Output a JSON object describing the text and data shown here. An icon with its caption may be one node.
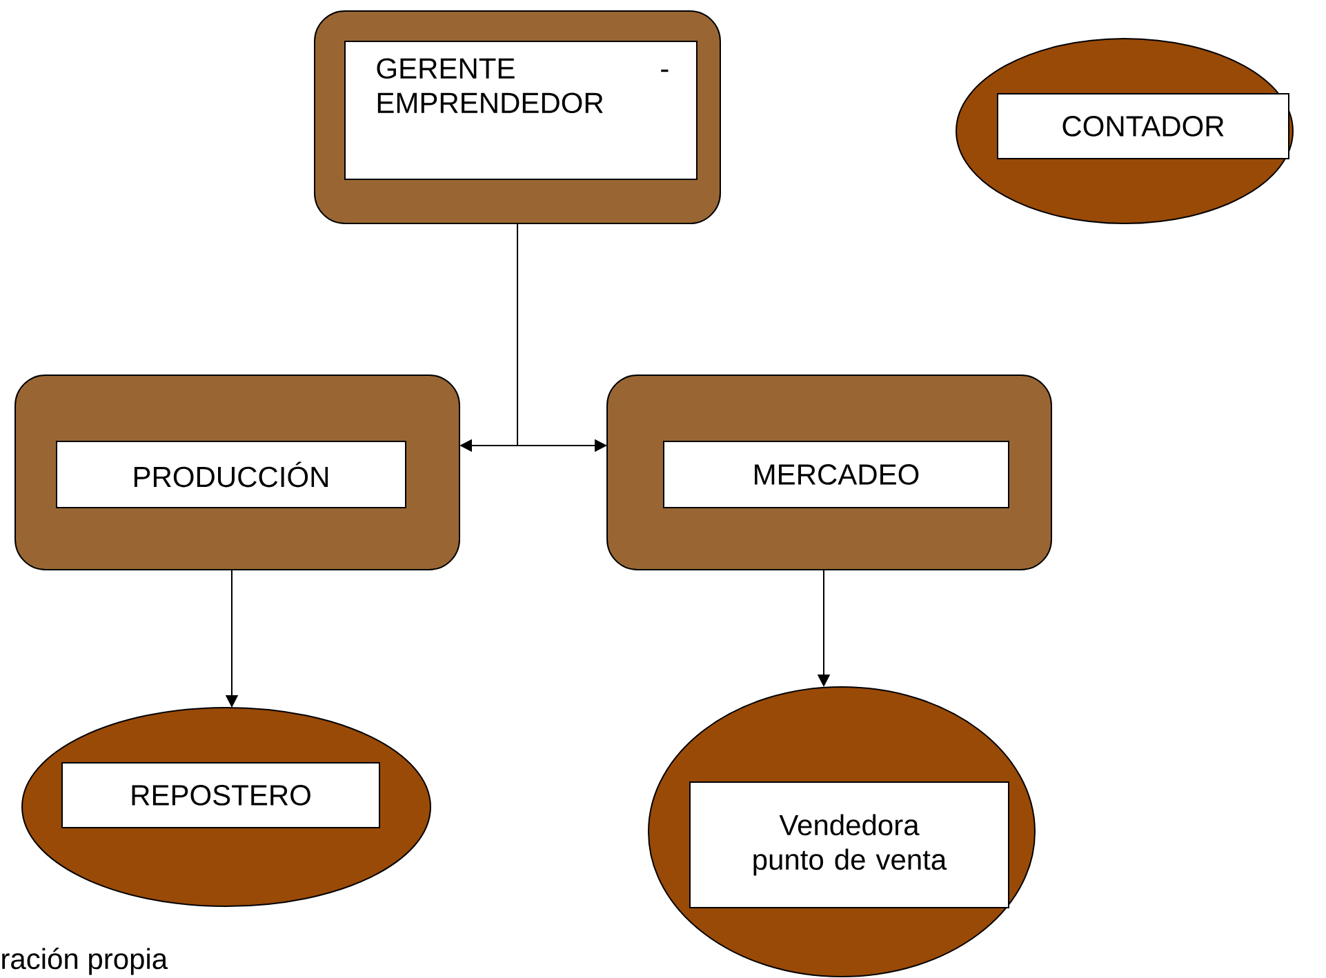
{
  "diagram": {
    "nodes": [
      {
        "text": [
          "GERENTE - EMPRENDEDOR"
        ]
      },
      {
        "text": [
          "CONTADOR"
        ]
      },
      {
        "text": [
          "PRODUCCIÓN"
        ]
      },
      {
        "text": [
          "MERCADEO"
        ]
      },
      {
        "text": [
          "REPOSTERO"
        ]
      },
      {
        "text": [
          "Vendedora punto de venta"
        ]
      }
    ],
    "edges": [
      {
        "from": 0,
        "to": 2,
        "arrow": "to"
      },
      {
        "from": 0,
        "to": 3,
        "arrow": "to"
      },
      {
        "from": 2,
        "to": 4,
        "arrow": "to"
      },
      {
        "from": 3,
        "to": 5,
        "arrow": "to"
      }
    ],
    "labels": [
      "ración propia"
    ]
  }
}
